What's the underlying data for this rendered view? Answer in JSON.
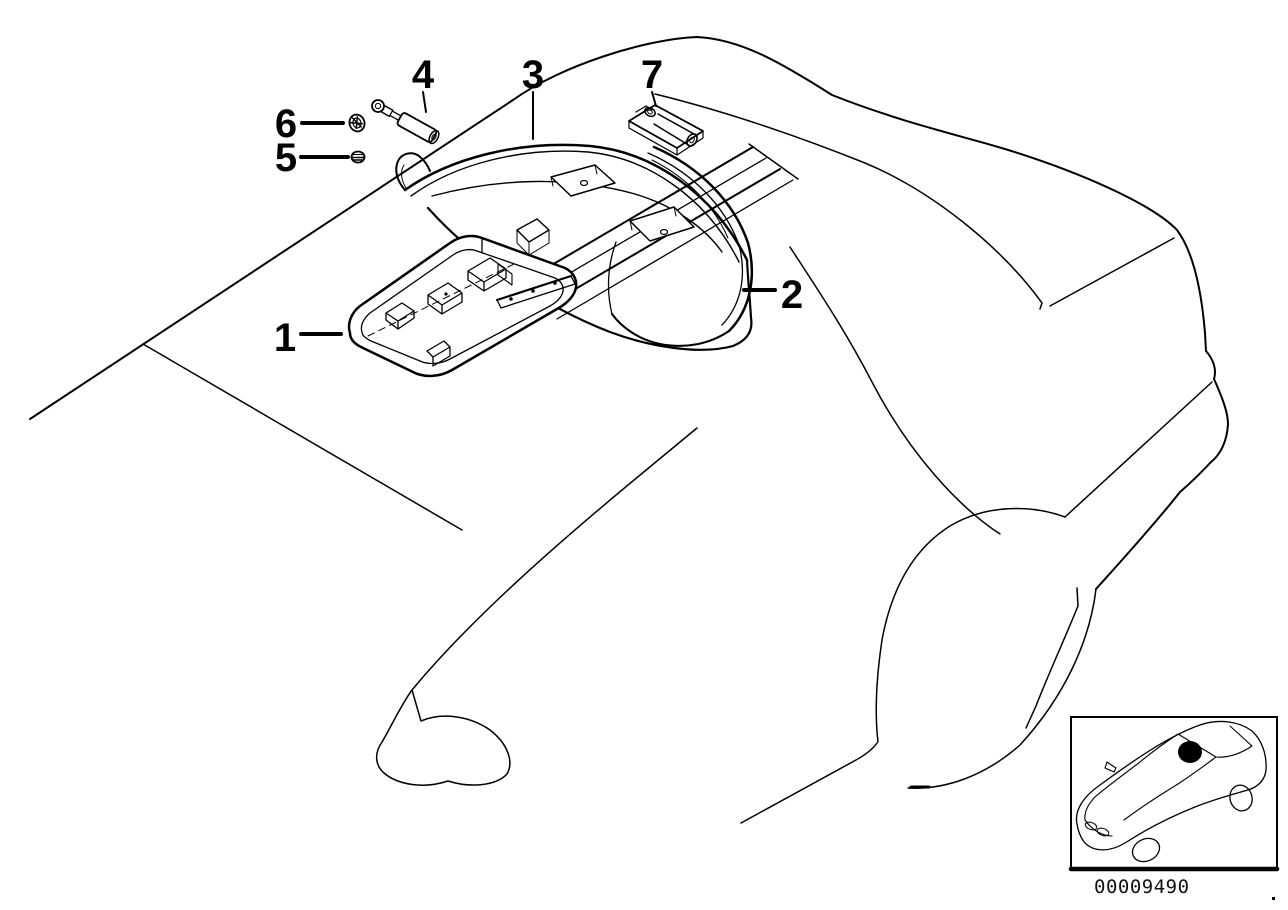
{
  "page": {
    "background": "#ffffff",
    "line_color": "#000000",
    "description_icons": {
      "diagram": "exploded-parts-diagram",
      "inset": "car-location-thumbnail"
    }
  },
  "callouts": [
    {
      "label": "1"
    },
    {
      "label": "2"
    },
    {
      "label": "3"
    },
    {
      "label": "4"
    },
    {
      "label": "5"
    },
    {
      "label": "6"
    },
    {
      "label": "7"
    }
  ],
  "inset": {
    "part_number": "00009490"
  }
}
